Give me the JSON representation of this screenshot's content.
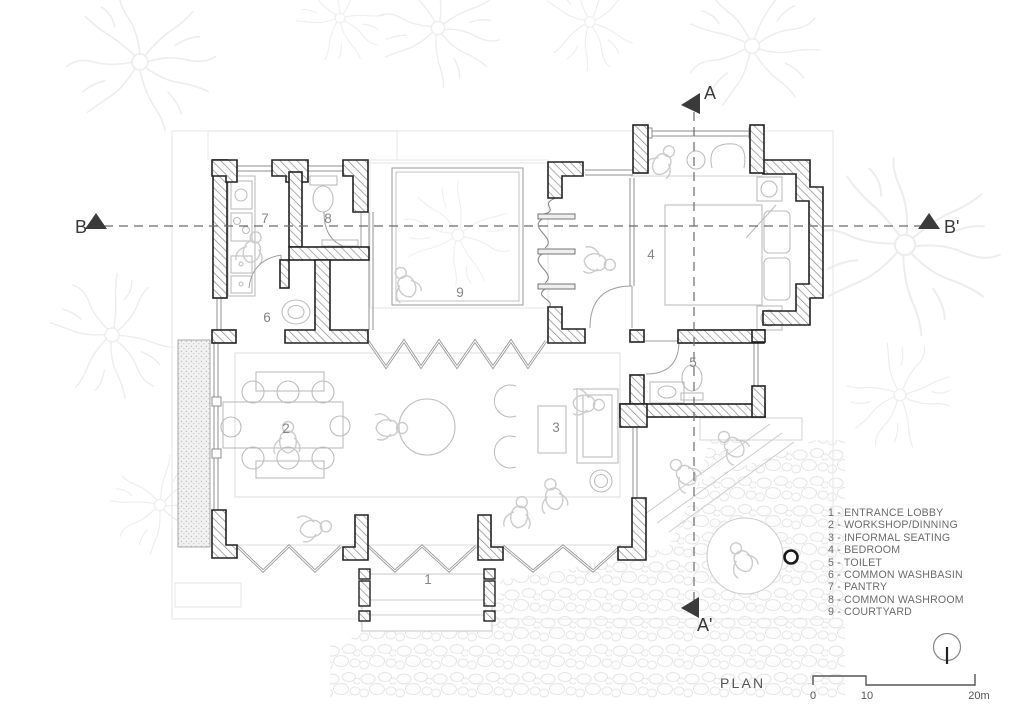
{
  "plan": {
    "title": "PLAN",
    "rooms": [
      {
        "number": "1",
        "name": "ENTRANCE LOBBY",
        "legend": "1 - ENTRANCE LOBBY"
      },
      {
        "number": "2",
        "name": "WORKSHOP/DINNING",
        "legend": "2 - WORKSHOP/DINNING"
      },
      {
        "number": "3",
        "name": "INFORMAL SEATING",
        "legend": "3 - INFORMAL SEATING"
      },
      {
        "number": "4",
        "name": "BEDROOM",
        "legend": "4 - BEDROOM"
      },
      {
        "number": "5",
        "name": "TOILET",
        "legend": "5 - TOILET"
      },
      {
        "number": "6",
        "name": "COMMON WASHBASIN",
        "legend": "6 - COMMON WASHBASIN"
      },
      {
        "number": "7",
        "name": "PANTRY",
        "legend": "7 - PANTRY"
      },
      {
        "number": "8",
        "name": "COMMON WASHROOM",
        "legend": "8 - COMMON WASHROOM"
      },
      {
        "number": "9",
        "name": "COURTYARD",
        "legend": "9 - COURTYARD"
      }
    ],
    "sections": {
      "a": "A",
      "a_prime": "A'",
      "b": "B",
      "b_prime": "B'"
    },
    "scale": {
      "t0": "0",
      "t1": "10",
      "t2": "20m"
    },
    "icons": {
      "section_marker": "filled-triangle",
      "north": "circle-with-needle",
      "spot": "bold-circle-marker"
    },
    "colors": {
      "wall_outline": "#222222",
      "wall_hatch": "#8a8a8a",
      "thin_wall": "#8f8f8f",
      "furniture": "#bdbdbd",
      "people": "#cccccc",
      "trees": "#ededed",
      "pebbles": "#e0e0e0",
      "section_line": "#6a6a6a",
      "section_text": "#3a3a3a",
      "room_number_text": "#858585",
      "legend_text": "#6c6c6c",
      "title_text": "#545454"
    }
  }
}
